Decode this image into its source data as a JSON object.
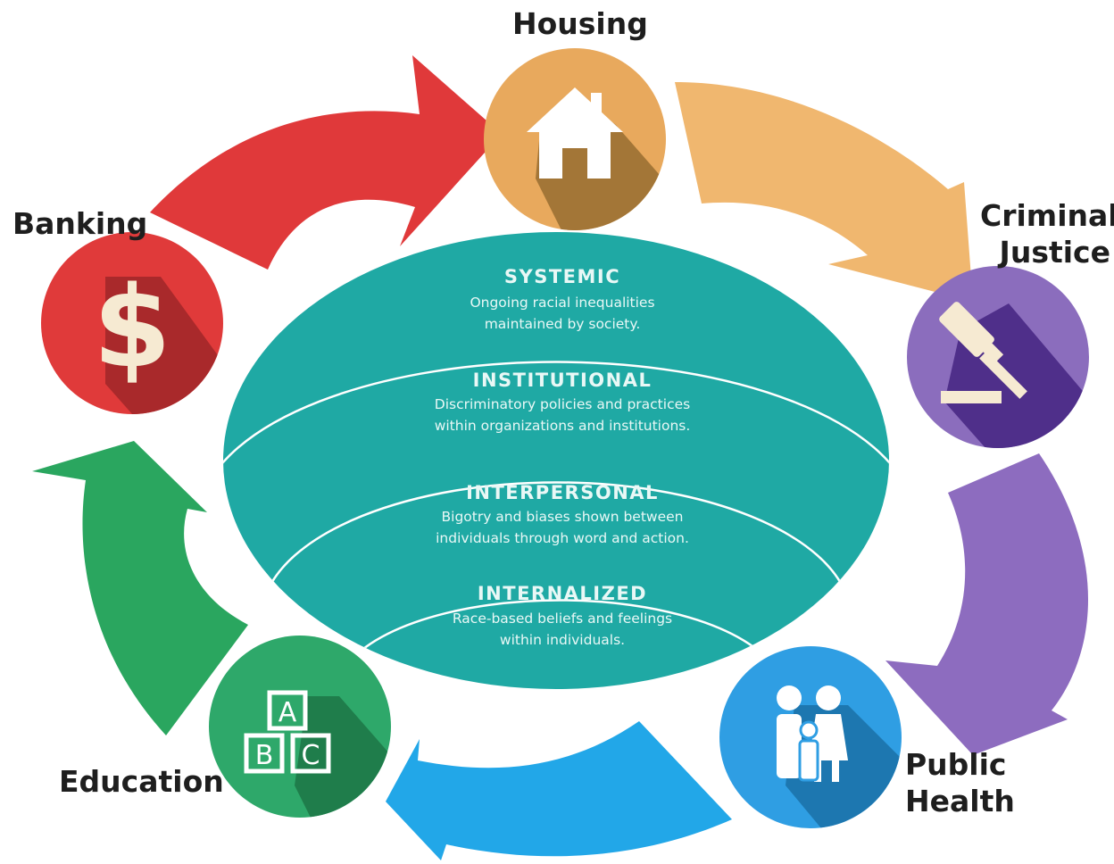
{
  "sectors": {
    "housing": {
      "label": "Housing",
      "color": "#e8a95d",
      "icon": "house-icon"
    },
    "criminal_justice": {
      "label": "Criminal\nJustice",
      "color": "#8b6dbd",
      "icon": "gavel-icon"
    },
    "public_health": {
      "label": "Public\nHealth",
      "color": "#2f9ee3",
      "icon": "family-icon"
    },
    "education": {
      "label": "Education",
      "color": "#2ea86a",
      "icon": "abc-blocks-icon"
    },
    "banking": {
      "label": "Banking",
      "color": "#e03a3a",
      "icon": "dollar-icon"
    }
  },
  "layers": {
    "systemic": {
      "title": "SYSTEMIC",
      "desc": "Ongoing racial inequalities\nmaintained by society."
    },
    "institutional": {
      "title": "INSTITUTIONAL",
      "desc": "Discriminatory policies and practices\nwithin organizations and institutions."
    },
    "interpersonal": {
      "title": "INTERPERSONAL",
      "desc": "Bigotry and biases shown between\nindividuals through word and action."
    },
    "internalized": {
      "title": "INTERNALIZED",
      "desc": "Race-based beliefs and feelings\nwithin individuals."
    }
  },
  "icon_glyphs": {
    "dollar": "$",
    "block_a": "A",
    "block_b": "B",
    "block_c": "C"
  },
  "colors": {
    "oval": "#1fa9a4",
    "arrow_red": "#e0393a",
    "arrow_orange": "#f0b76f",
    "arrow_purple": "#8d6cbf",
    "arrow_blue": "#22a7e8",
    "arrow_green": "#2aa65f"
  }
}
